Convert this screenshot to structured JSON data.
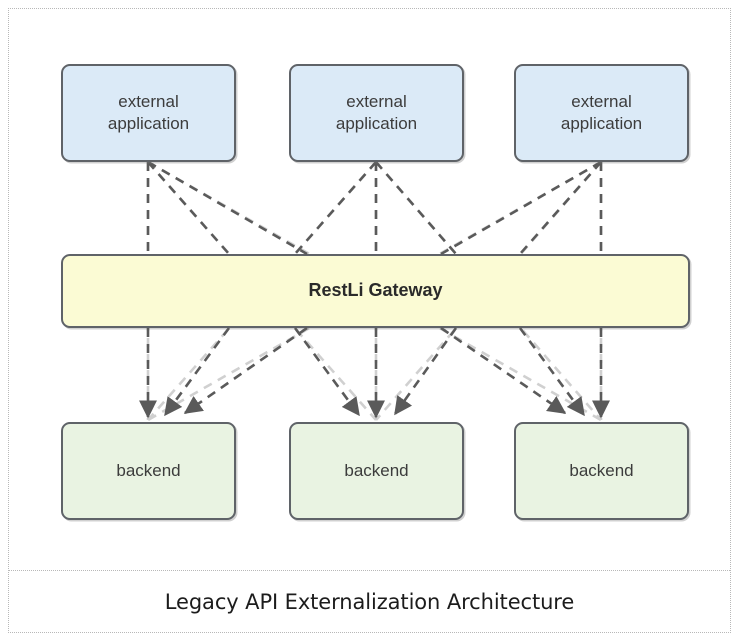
{
  "figure": {
    "caption": "Legacy API Externalization Architecture",
    "border_color": "#b8b8b8"
  },
  "diagram": {
    "type": "architecture-flow",
    "layers": [
      {
        "name": "clients",
        "nodes": [
          {
            "id": "app1",
            "label": "external\napplication",
            "line1": "external",
            "line2": "application",
            "fill": "#dbeaf7",
            "stroke": "#5f6368"
          },
          {
            "id": "app2",
            "label": "external\napplication",
            "line1": "external",
            "line2": "application",
            "fill": "#dbeaf7",
            "stroke": "#5f6368"
          },
          {
            "id": "app3",
            "label": "external\napplication",
            "line1": "external",
            "line2": "application",
            "fill": "#dbeaf7",
            "stroke": "#5f6368"
          }
        ]
      },
      {
        "name": "gateway",
        "nodes": [
          {
            "id": "gateway",
            "label": "RestLi Gateway",
            "fill": "#fbfbd4",
            "stroke": "#5f6368"
          }
        ]
      },
      {
        "name": "services",
        "nodes": [
          {
            "id": "be1",
            "label": "backend",
            "fill": "#e9f3e2",
            "stroke": "#5f6368"
          },
          {
            "id": "be2",
            "label": "backend",
            "fill": "#e9f3e2",
            "stroke": "#5f6368"
          },
          {
            "id": "be3",
            "label": "backend",
            "fill": "#e9f3e2",
            "stroke": "#5f6368"
          }
        ]
      }
    ],
    "edges": {
      "style": "dashed",
      "color": "#5a5a5a",
      "arrowhead": "at-target-only",
      "note": "every external application connects to every backend, routed straight through the RestLi Gateway box",
      "list": [
        {
          "from": "app1",
          "to": "be1"
        },
        {
          "from": "app1",
          "to": "be2"
        },
        {
          "from": "app1",
          "to": "be3"
        },
        {
          "from": "app2",
          "to": "be1"
        },
        {
          "from": "app2",
          "to": "be2"
        },
        {
          "from": "app2",
          "to": "be3"
        },
        {
          "from": "app3",
          "to": "be1"
        },
        {
          "from": "app3",
          "to": "be2"
        },
        {
          "from": "app3",
          "to": "be3"
        }
      ]
    }
  }
}
